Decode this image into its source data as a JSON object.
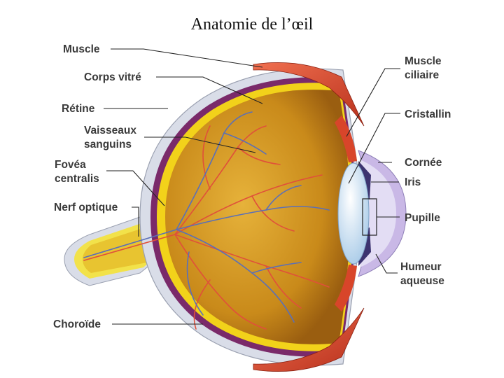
{
  "title": "Anatomie de l’œil",
  "labels": {
    "left": [
      {
        "id": "muscle",
        "lines": [
          "Muscle"
        ]
      },
      {
        "id": "corps-vitre",
        "lines": [
          "Corps vitré"
        ]
      },
      {
        "id": "retine",
        "lines": [
          "Rétine"
        ]
      },
      {
        "id": "vaisseaux",
        "lines": [
          "Vaisseaux",
          "sanguins"
        ]
      },
      {
        "id": "fovea",
        "lines": [
          "Fovéa",
          "centralis"
        ]
      },
      {
        "id": "nerf-optique",
        "lines": [
          "Nerf optique"
        ]
      },
      {
        "id": "choroide",
        "lines": [
          "Choroïde"
        ]
      }
    ],
    "right": [
      {
        "id": "muscle-ciliaire",
        "lines": [
          "Muscle",
          "ciliaire"
        ]
      },
      {
        "id": "cristallin",
        "lines": [
          "Cristallin"
        ]
      },
      {
        "id": "cornee",
        "lines": [
          "Cornée"
        ]
      },
      {
        "id": "iris",
        "lines": [
          "Iris"
        ]
      },
      {
        "id": "pupille",
        "lines": [
          "Pupille"
        ]
      },
      {
        "id": "humeur-aqueuse",
        "lines": [
          "Humeur",
          "aqueuse"
        ]
      }
    ]
  },
  "colors": {
    "sclera": "#d9dde8",
    "choroid": "#7a2a6a",
    "retina": "#f2d21a",
    "vitreous": "#c98a1a",
    "muscle": "#d8452a",
    "lens": "#cfe4f5",
    "cornea": "#c9b8e6",
    "artery": "#e0503a",
    "vein": "#5a6fb8"
  }
}
